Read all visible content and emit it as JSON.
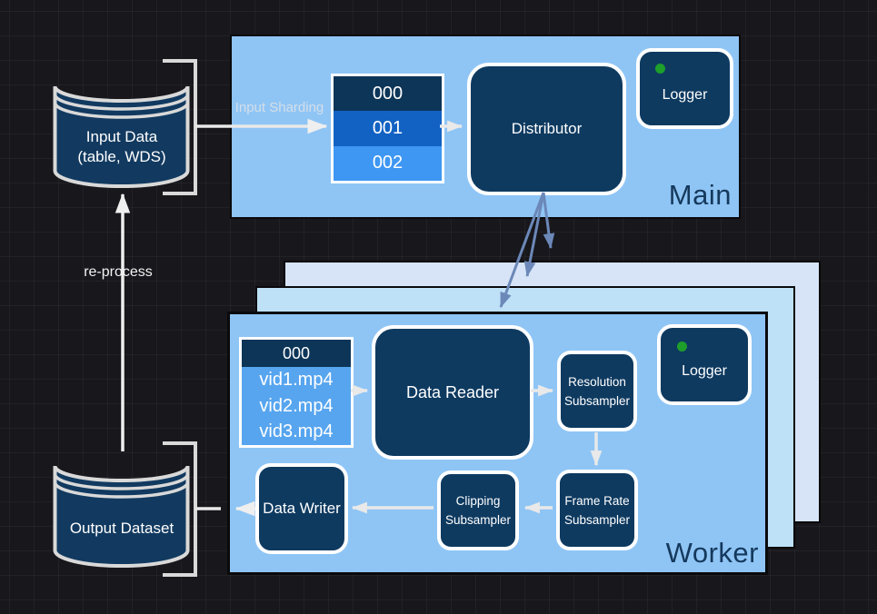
{
  "diagram": {
    "main": {
      "title": "Main",
      "input_sharding_label": "Input Sharding",
      "shards": [
        "000",
        "001",
        "002"
      ],
      "distributor_label": "Distributor",
      "logger_label": "Logger"
    },
    "worker": {
      "title": "Worker",
      "shard_list": {
        "header": "000",
        "items": [
          "vid1.mp4",
          "vid2.mp4",
          "vid3.mp4"
        ]
      },
      "data_reader_label": "Data Reader",
      "resolution_subsampler": {
        "line1": "Resolution",
        "line2": "Subsampler"
      },
      "frame_rate_subsampler": {
        "line1": "Frame Rate",
        "line2": "Subsampler"
      },
      "clipping_subsampler": {
        "line1": "Clipping",
        "line2": "Subsampler"
      },
      "data_writer_label": "Data Writer",
      "logger_label": "Logger"
    },
    "datastores": {
      "input": {
        "line1": "Input Data",
        "line2": "(table, WDS)"
      },
      "output": {
        "label": "Output Dataset"
      }
    },
    "edges": {
      "re_process_label": "re-process"
    },
    "icons": {
      "logger_status": "green-dot"
    },
    "colors": {
      "canvas_bg": "#17171C",
      "container_fill": "#8FC5F5",
      "worker_layer_mid": "#BEE1F7",
      "worker_layer_back": "#D7E4F8",
      "node_navy": "#0E3A60",
      "shard_header_navy": "#0D3558",
      "shard_row_blue": "#1262C4",
      "shard_row_light_blue": "#3E97F2",
      "worker_list_fill": "#57A5EF",
      "distribute_arrow": "#6C88B8",
      "light_arrow": "#E9E9E9",
      "bracket": "#D9D9D9",
      "logger_dot_green": "#1E9E2B",
      "container_title": "#15395C"
    }
  }
}
